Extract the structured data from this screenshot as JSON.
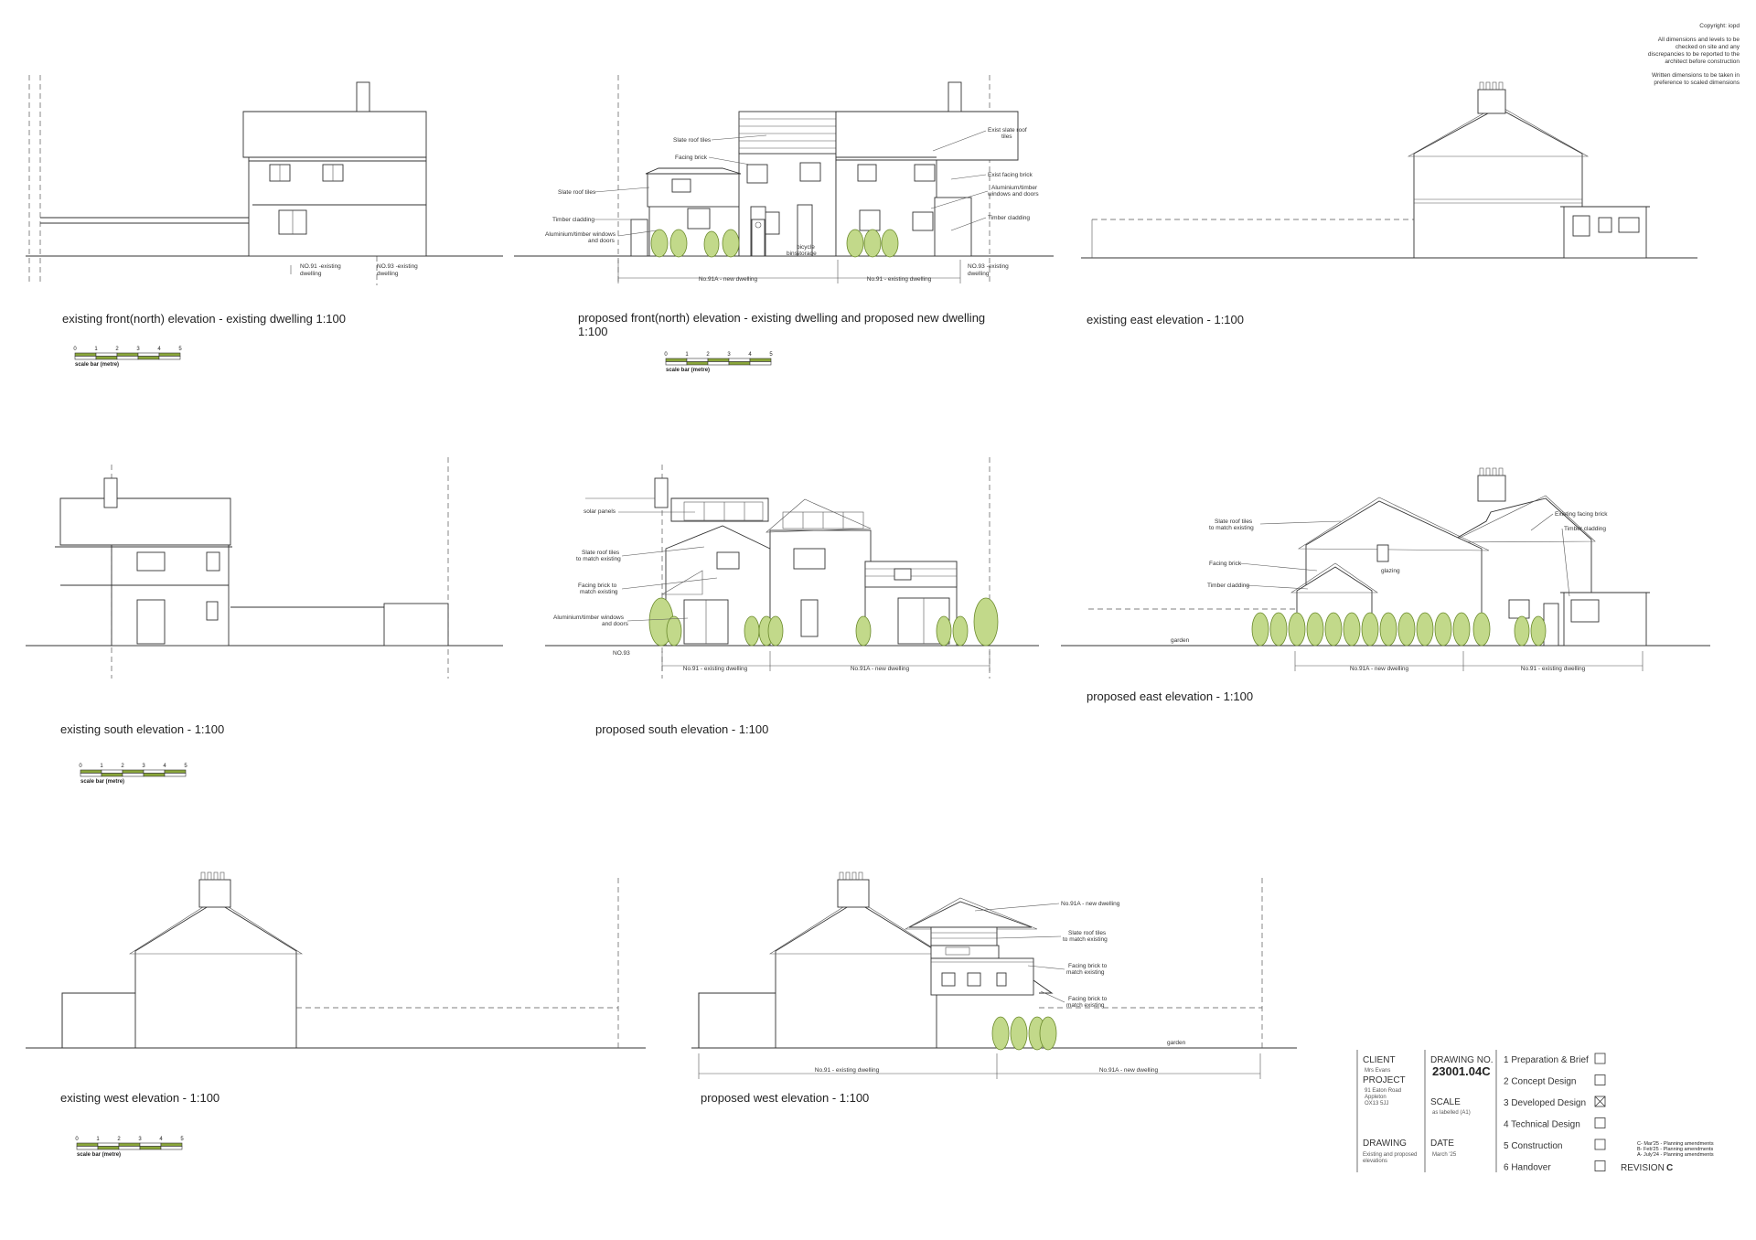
{
  "copyright": {
    "lines": [
      "Copyright: iopd",
      "All dimensions and levels to be",
      "checked on site and any",
      "discrepancies to be reported to the",
      "architect before construction",
      "Written dimensions to be taken in",
      "preference to scaled dimensions"
    ]
  },
  "views": {
    "front_existing": {
      "title": "existing front(north) elevation - existing dwelling 1:100",
      "tags": [
        "NO.91 -existing\ndwelling",
        "NO.93 -existing\ndwelling"
      ]
    },
    "front_proposed": {
      "title": "proposed front(north) elevation - existing dwelling and proposed new dwelling",
      "title2": "1:100",
      "notes": [
        "Slate roof tiles",
        "Facing brick",
        "Slate roof tiles",
        "Timber cladding",
        "Aluminium/timber windows\nand doors",
        "Exist slate roof\ntiles",
        "Exist facing brick",
        "Aluminium/timber\nwindows and doors",
        "Timber cladding"
      ],
      "dims": [
        "No.91A - new dwelling",
        "No.91 - existing dwelling",
        "NO.93 -existing\ndwelling"
      ],
      "store": "bicycle\nstorage",
      "bins": "bins"
    },
    "east_existing": {
      "title": "existing east elevation   - 1:100"
    },
    "south_existing": {
      "title": "existing south elevation   - 1:100"
    },
    "south_proposed": {
      "title": "proposed south elevation   - 1:100",
      "notes": [
        "solar panels",
        "Slate roof tiles\nto match existing",
        "Facing brick to\nmatch existing",
        "Aluminium/timber windows\nand doors"
      ],
      "dims": [
        "No.91 - existing dwelling",
        "No.91A - new dwelling"
      ],
      "tag": "NO.93"
    },
    "east_proposed": {
      "title": "proposed east elevation   - 1:100",
      "notes": [
        "Slate roof tiles\nto match existing",
        "Facing brick",
        "Timber cladding",
        "Existing facing brick",
        "Timber cladding"
      ],
      "dims": [
        "No.91A - new dwelling",
        "No.91 - existing dwelling"
      ],
      "garden": "garden",
      "glazing": "glazing"
    },
    "west_existing": {
      "title": "existing west elevation   - 1:100"
    },
    "west_proposed": {
      "title": "proposed west elevation   - 1:100",
      "notes": [
        "No.91A - new dwelling",
        "Slate roof tiles\nto match existing",
        "Facing brick to\nmatch existing",
        "Facing brick to\nmatch existing"
      ],
      "dims": [
        "No.91 - existing dwelling",
        "No.91A - new dwelling"
      ],
      "garden": "garden"
    }
  },
  "scale_bar": {
    "ticks": [
      "0",
      "1",
      "2",
      "3",
      "4",
      "5"
    ],
    "caption": "scale bar (metre)",
    "fill_color": "#8aa63a"
  },
  "title_block": {
    "client_label": "CLIENT",
    "client_value": "Mrs Evans",
    "project_label": "PROJECT",
    "project_value": [
      "91 Eaton Road",
      "Appleton",
      "OX13 5JJ"
    ],
    "drawing_label": "DRAWING",
    "drawing_value": [
      "Existing and proposed",
      "elevations"
    ],
    "drawing_no_label": "DRAWING NO.",
    "drawing_no_value": "23001.04C",
    "scale_label": "SCALE",
    "scale_value": "as labelled     (A1)",
    "date_label": "DATE",
    "date_value": "March '25",
    "stages": [
      {
        "label": "1 Preparation & Brief",
        "checked": false
      },
      {
        "label": "2 Concept Design",
        "checked": false
      },
      {
        "label": "3 Developed Design",
        "checked": true
      },
      {
        "label": "4 Technical Design",
        "checked": false
      },
      {
        "label": "5 Construction",
        "checked": false
      },
      {
        "label": "6 Handover",
        "checked": false
      }
    ],
    "revisions": [
      "C- Mar'25 - Planning amendments",
      "B- Feb'25 - Planning amendments",
      "A- July'24 - Planning amendments"
    ],
    "revision_label": "REVISION",
    "revision_value": "C",
    "accent": "#8aa63a"
  }
}
